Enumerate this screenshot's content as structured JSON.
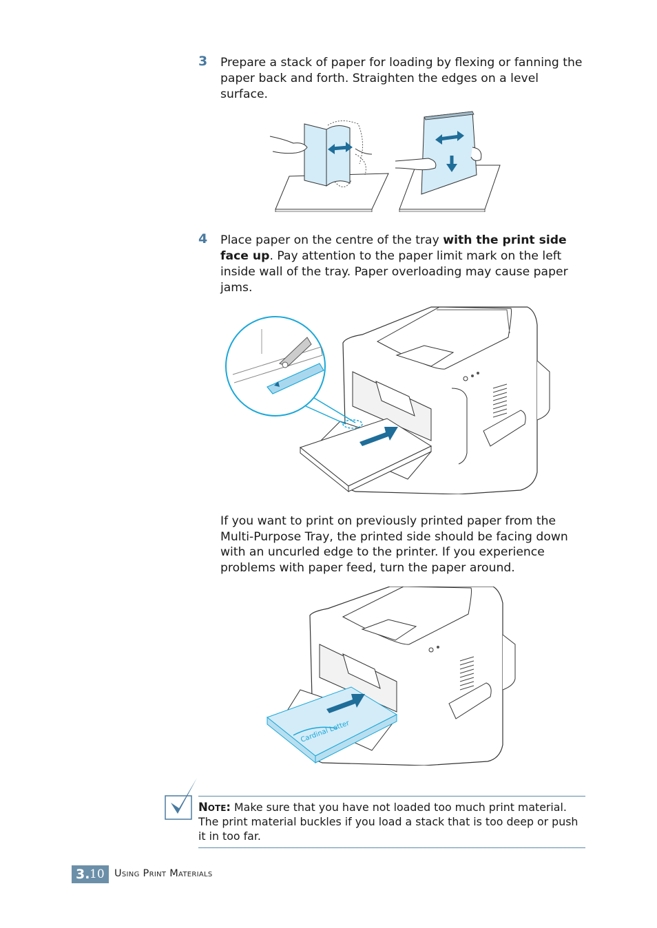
{
  "steps": [
    {
      "number": "3",
      "text": "Prepare a stack of paper for loading by flexing or fanning the paper back and forth. Straighten the edges on a level surface."
    },
    {
      "number": "4",
      "text_before": "Place paper on the centre of the tray ",
      "text_bold": "with the print side face up",
      "text_after": ". Pay attention to the paper limit mark on the left inside wall of the tray. Paper overloading may cause paper jams."
    }
  ],
  "paragraph": "If you want to print on previously printed paper from the Multi-Purpose Tray, the printed side should be facing down with an uncurled edge to the printer. If you experience problems with paper feed, turn the paper around.",
  "figure_paper_label": "Cardinal Letter",
  "note": {
    "label": "Note:",
    "text": " Make sure that you have not loaded too much print material. The print material buckles if you load a stack that is too deep or push it in too far."
  },
  "footer": {
    "chapter": "3.",
    "page": "10",
    "title": "Using Print Materials"
  },
  "colors": {
    "accent": "#4a7aa0",
    "footer_box": "#6b8fa8",
    "paper_blue": "#d4ecf8",
    "arrow_blue": "#1f6d99",
    "callout_cyan": "#1aa7d8"
  }
}
